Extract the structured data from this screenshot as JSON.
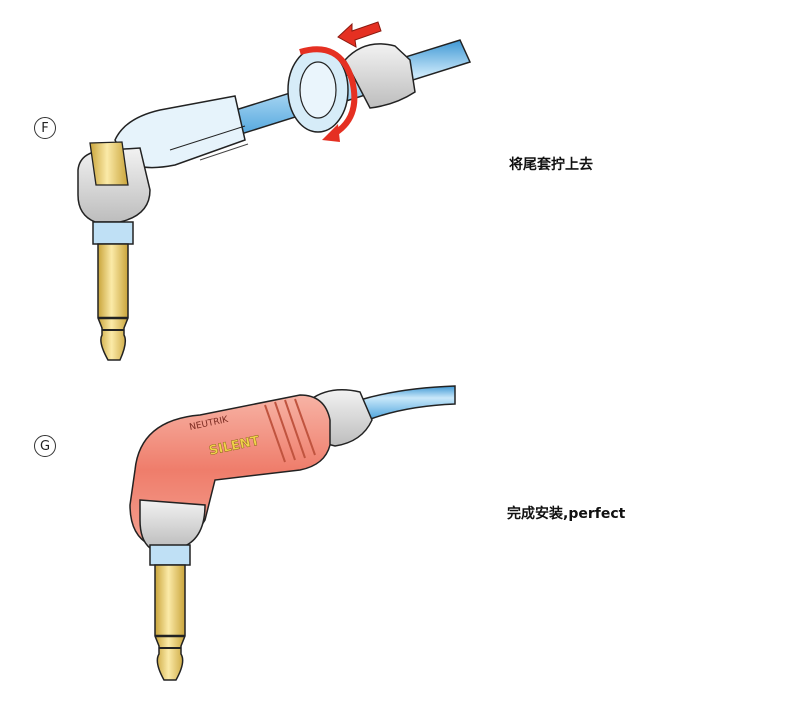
{
  "steps": [
    {
      "label": "F",
      "caption": "将尾套拧上去",
      "brand_text": ""
    },
    {
      "label": "G",
      "caption": "完成安装,perfect",
      "brand_text": "SILENT",
      "logo_text": "NEUTRIK"
    }
  ],
  "colors": {
    "cable": "#5fb3e6",
    "cable_highlight": "#c9e8fa",
    "plug_gold": "#f3da86",
    "plug_gold_dark": "#c9a43a",
    "ring_blue": "#bfe0f5",
    "boot_grey": "#d9d9d9",
    "housing_red": "#f08070",
    "arrow_red": "#e53022",
    "outline": "#222222"
  }
}
